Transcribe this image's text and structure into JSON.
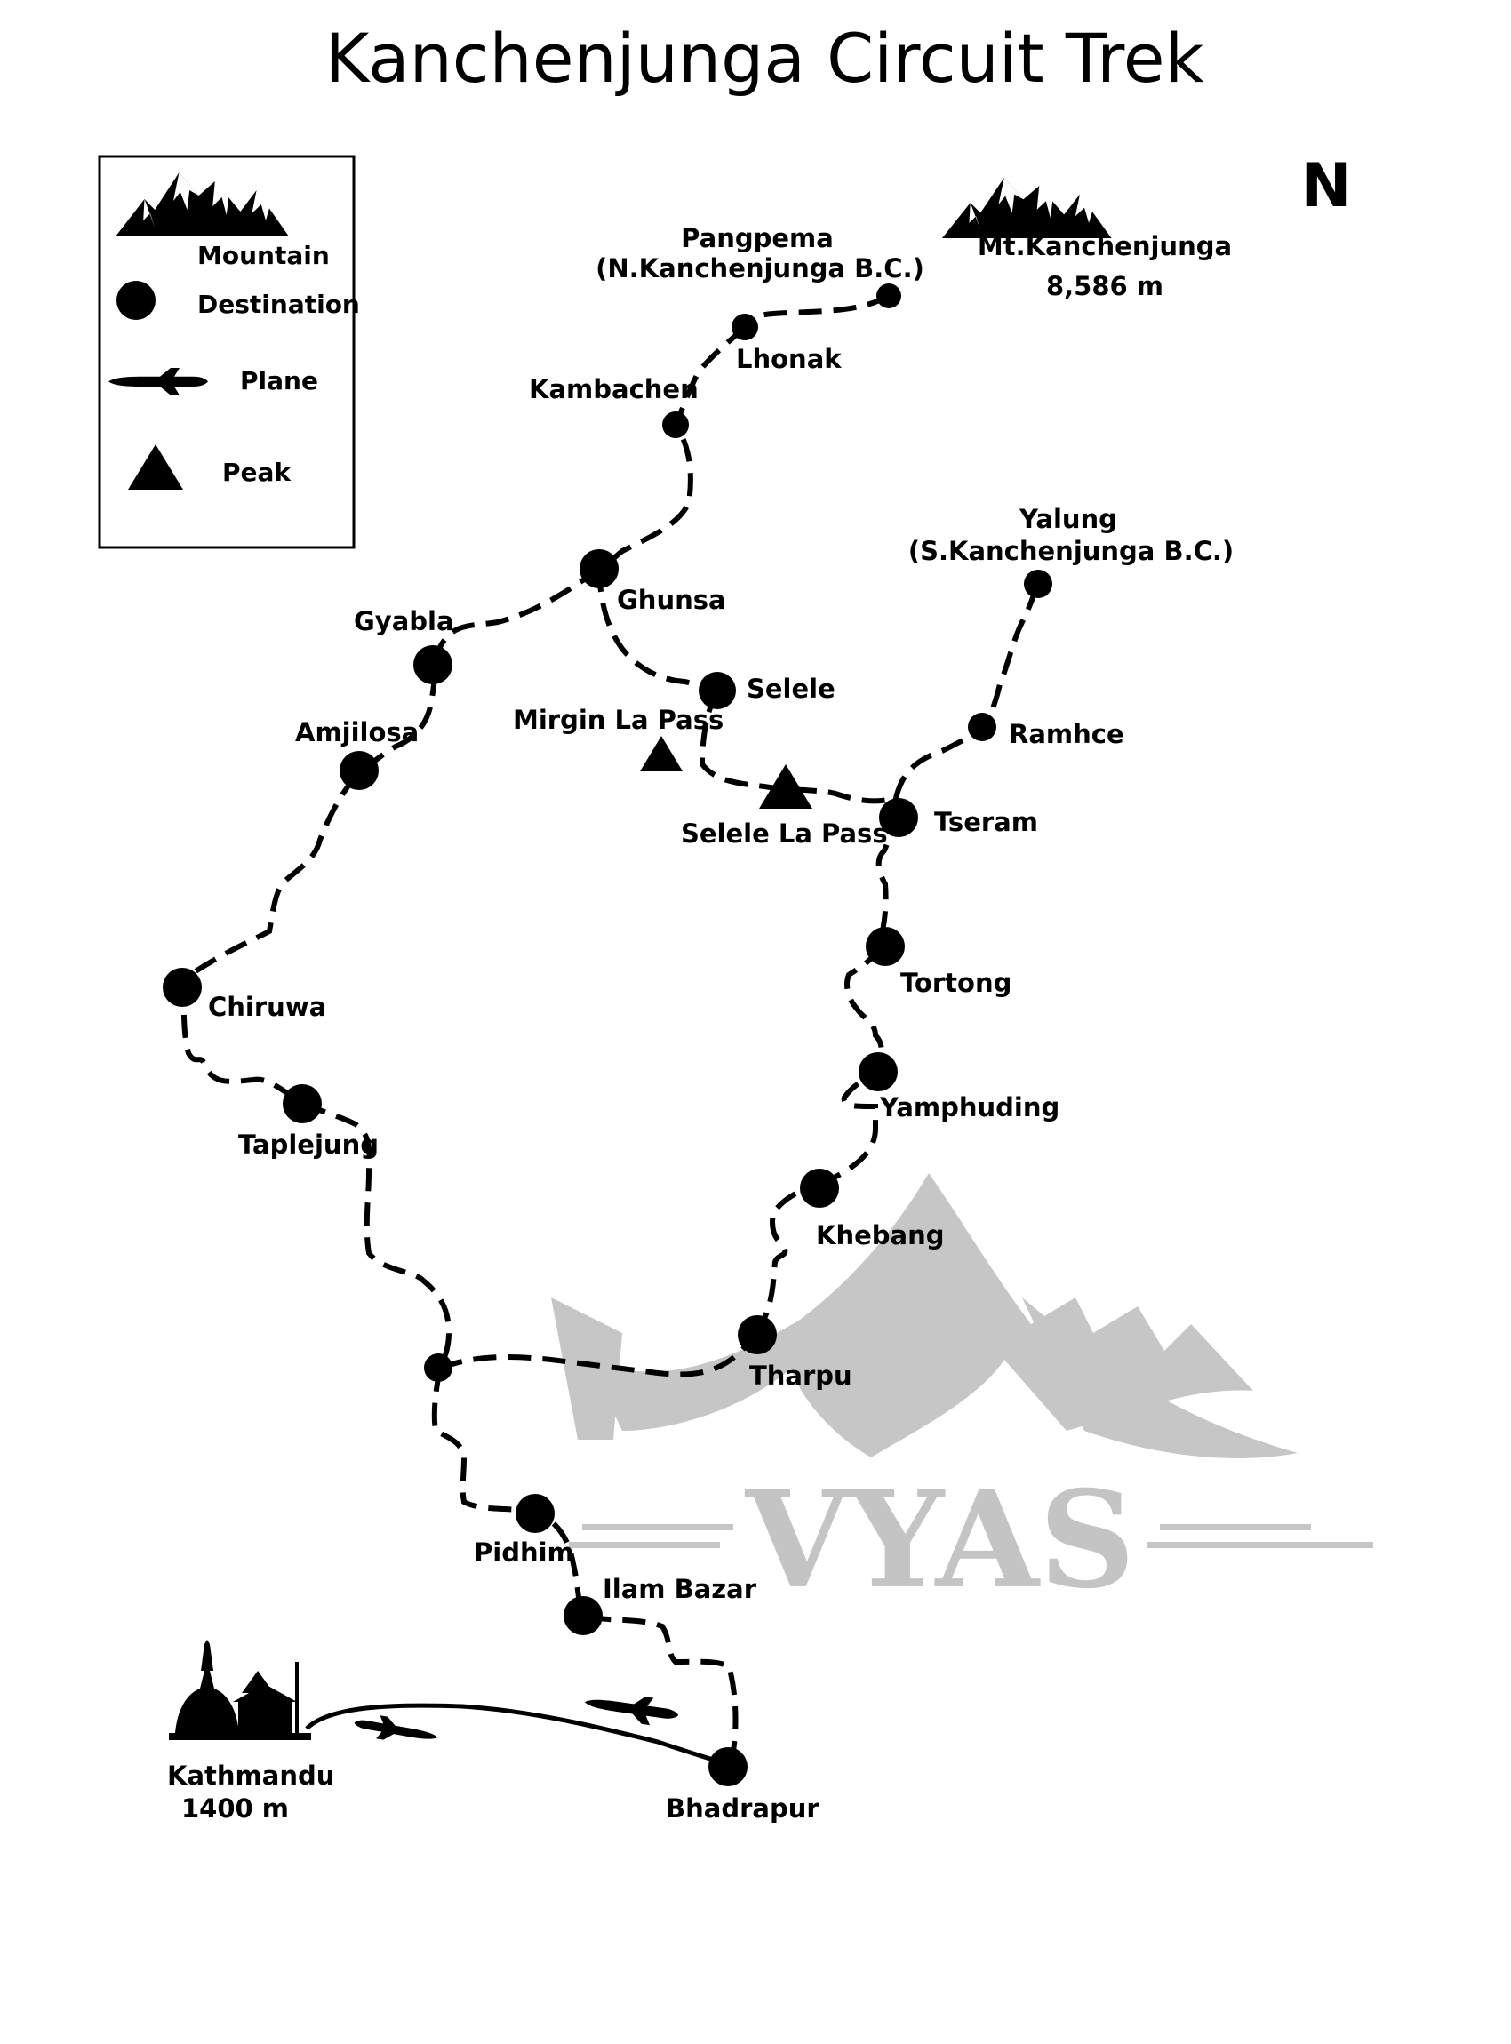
{
  "title": "Kanchenjunga Circuit Trek",
  "north": "N",
  "legend": {
    "mountain": "Mountain",
    "destination": "Destination",
    "plane": "Plane",
    "peak": "Peak"
  },
  "summit": {
    "name": "Mt.Kanchenjunga",
    "elevation": "8,586 m"
  },
  "places": {
    "pangpema": "Pangpema",
    "pangpema_sub": "(N.Kanchenjunga B.C.)",
    "lhonak": "Lhonak",
    "kambachen": "Kambachen",
    "ghunsa": "Ghunsa",
    "gyabla": "Gyabla",
    "amjilosa": "Amjilosa",
    "chiruwa": "Chiruwa",
    "taplejung": "Taplejung",
    "selele": "Selele",
    "mirgin": "Mirgin La Pass",
    "selele_pass": "Selele La Pass",
    "yalung": "Yalung",
    "yalung_sub": "(S.Kanchenjunga B.C.)",
    "ramhce": "Ramhce",
    "tseram": "Tseram",
    "tortong": "Tortong",
    "yamphuding": "Yamphuding",
    "khebang": "Khebang",
    "tharpu": "Tharpu",
    "pidhim": "Pidhim",
    "ilam_bazar": "Ilam Bazar",
    "bhadrapur": "Bhadrapur",
    "kathmandu": "Kathmandu",
    "kathmandu_elev": "1400 m"
  },
  "watermark": "VYAS",
  "colors": {
    "ink": "#000000",
    "watermark": "#c4c4c4"
  }
}
